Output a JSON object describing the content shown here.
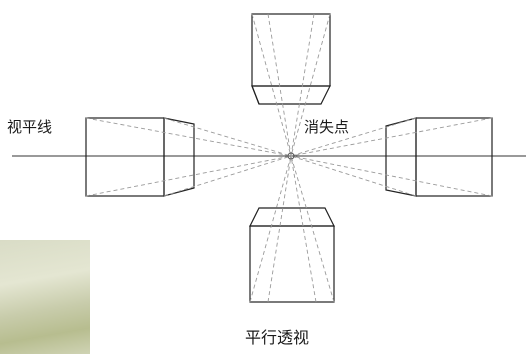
{
  "labels": {
    "horizon": "视平线",
    "vanishing_point": "消失点",
    "caption": "平行透视"
  },
  "colors": {
    "solid_line": "#222222",
    "dashed_line": "#9a9a9a",
    "horizon_line": "#333333",
    "photo_swatch": "#cfd3b4"
  }
}
